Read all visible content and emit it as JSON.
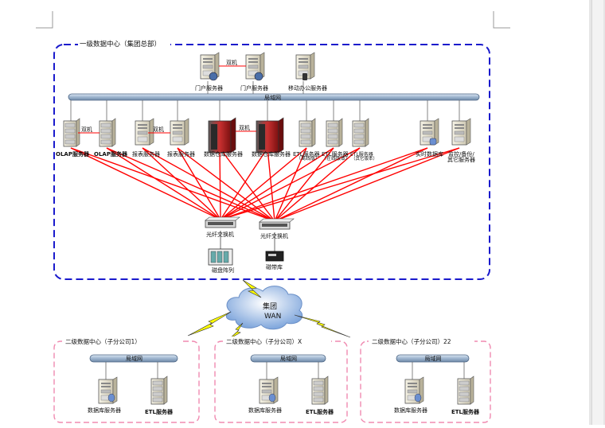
{
  "hq": {
    "title": "一级数据中心（集团总部）",
    "lan": "局域网",
    "dual_top": "双机",
    "servers_top": [
      {
        "label": "门户服务器"
      },
      {
        "label": "门户服务器"
      },
      {
        "label": "移动办公服务器"
      }
    ],
    "servers_row": [
      {
        "label": "OLAP服务器"
      },
      {
        "label": "OLAP服务器"
      },
      {
        "label": "报表服务器"
      },
      {
        "label": "报表服务器"
      },
      {
        "label": "数据仓库服务器"
      },
      {
        "label": "数据仓库服务器"
      },
      {
        "label": "ETL服务器"
      },
      {
        "label": "ETL服务器"
      },
      {
        "label": "ETL服务器"
      },
      {
        "label": "实时数据库"
      },
      {
        "label": "监控/备份/"
      }
    ],
    "sub_labels": {
      "etl1": "（离线版）",
      "etl2": "（在线版本）",
      "etl3": "（其它版本）",
      "backup2": "其它服务器"
    },
    "dual_labels": [
      "双机",
      "双机",
      "双机"
    ],
    "switches": [
      "光纤交换机",
      "光纤交换机"
    ],
    "disk_array": "磁盘阵列",
    "tape": "磁带库"
  },
  "wan": {
    "line1": "集团",
    "line2": "WAN"
  },
  "branches": [
    {
      "title": "二级数据中心（子分公司1）",
      "lan": "局域网",
      "db": "数据库服务器",
      "etl": "ETL服务器"
    },
    {
      "title": "二级数据中心（子分公司）X",
      "lan": "局域网",
      "db": "数据库服务器",
      "etl": "ETL服务器"
    },
    {
      "title": "二级数据中心（子分公司）22",
      "lan": "局域网",
      "db": "数据库服务器",
      "etl": "ETL服务器"
    }
  ],
  "colors": {
    "hq_border": "#1a1acc",
    "branch_border": "#f08ab0",
    "link": "#ff0000",
    "lan_bar": "#9eb5cf",
    "bolt": "#ffff00"
  }
}
